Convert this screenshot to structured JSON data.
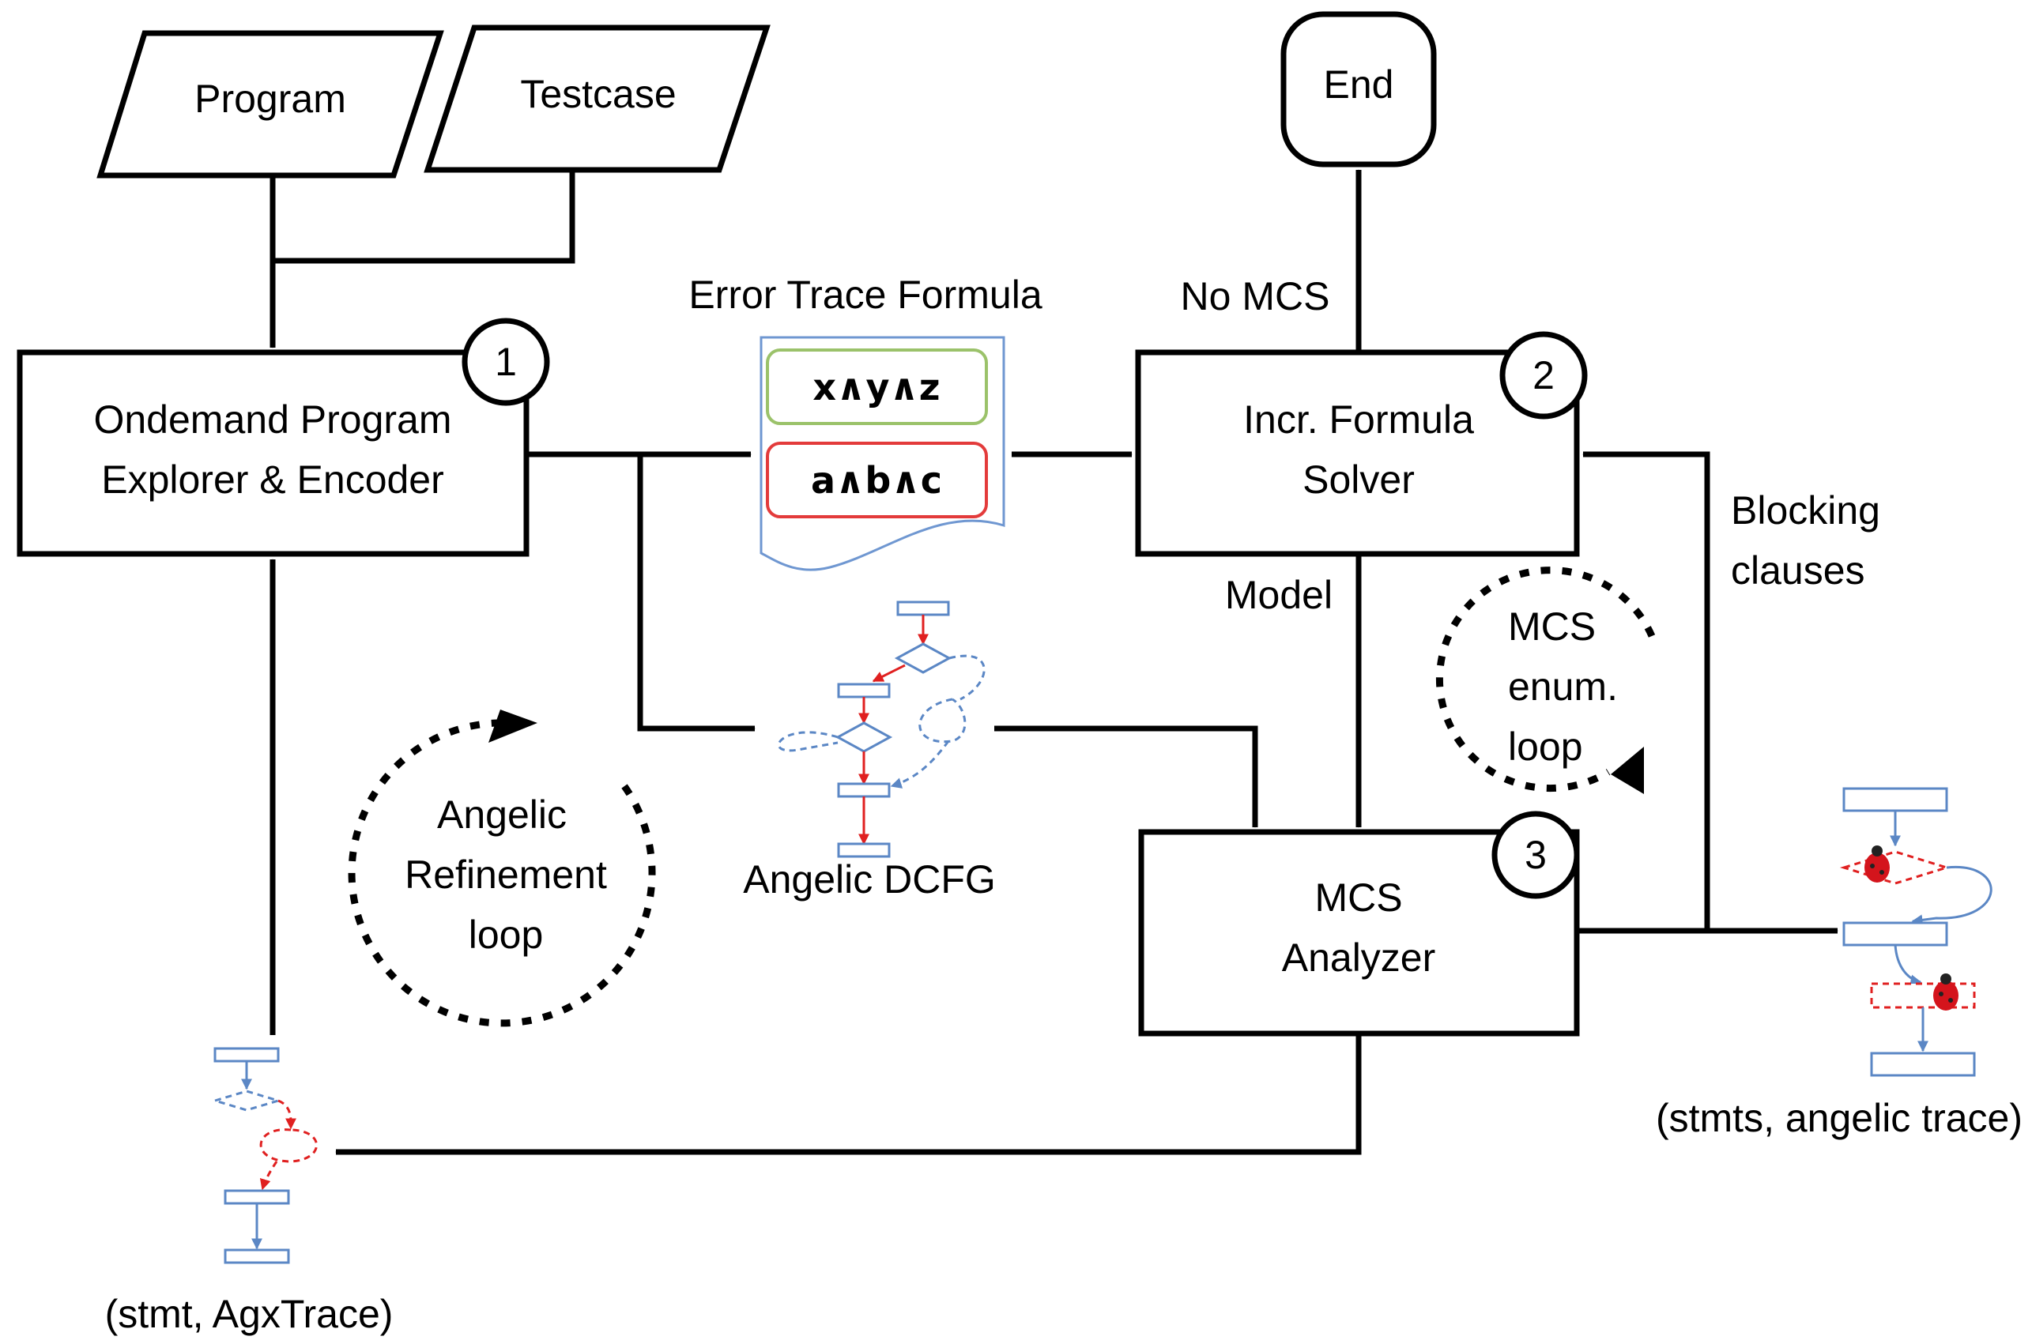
{
  "nodes": {
    "program": "Program",
    "testcase": "Testcase",
    "end": "End",
    "explorer": {
      "line1": "Ondemand Program",
      "line2": "Explorer & Encoder",
      "number": "1"
    },
    "solver": {
      "line1": "Incr. Formula",
      "line2": "Solver",
      "number": "2"
    },
    "analyzer": {
      "line1": "MCS",
      "line2": "Analyzer",
      "number": "3"
    }
  },
  "formula": {
    "title": "Error Trace Formula",
    "clause1": "x∧y∧z",
    "clause2": "a∧b∧c"
  },
  "labels": {
    "no_mcs": "No MCS",
    "model": "Model",
    "blocking1": "Blocking",
    "blocking2": "clauses",
    "angelic_dcfg": "Angelic DCFG",
    "stmts_trace": "(stmts, angelic trace)",
    "stmt_agx": "(stmt, AgxTrace)"
  },
  "loops": {
    "angelic": {
      "line1": "Angelic",
      "line2": "Refinement",
      "line3": "loop"
    },
    "mcs": {
      "line1": "MCS",
      "line2": "enum.",
      "line3": "loop"
    }
  },
  "colors": {
    "line": "#000000",
    "cfg_blue": "#5b87c5",
    "cfg_red": "#e02020",
    "clause_green": "#9bc26a",
    "clause_red": "#e33b3b",
    "doc_border": "#6f97d1"
  }
}
